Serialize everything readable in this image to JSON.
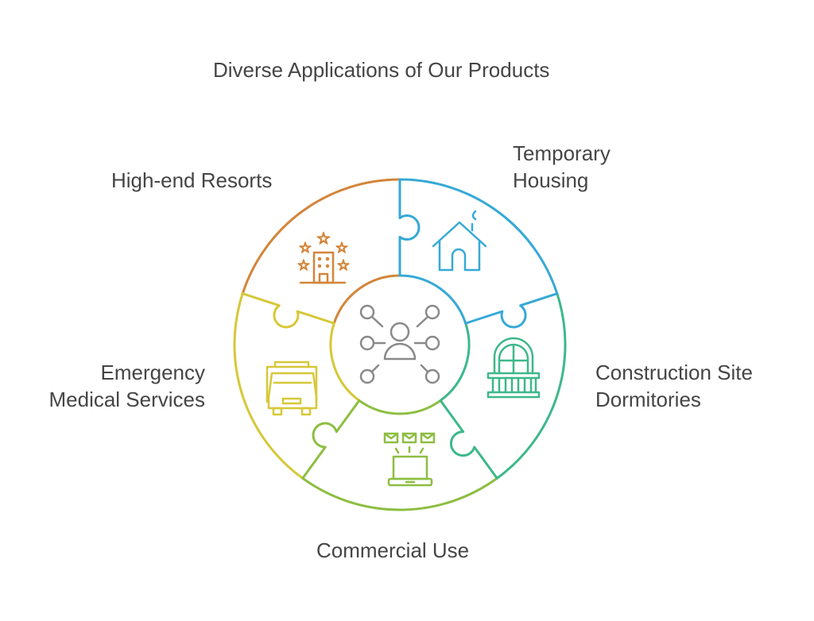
{
  "title": "Diverse Applications of Our Products",
  "segments": [
    {
      "label": "High-end Resorts",
      "icon": "hotel-stars-icon",
      "color": "#D3853A"
    },
    {
      "label_lines": [
        "Temporary",
        "Housing"
      ],
      "icon": "house-icon",
      "color": "#36A9D6"
    },
    {
      "label_lines": [
        "Construction Site",
        "Dormitories"
      ],
      "icon": "balcony-window-icon",
      "color": "#3DB88A"
    },
    {
      "label": "Commercial Use",
      "icon": "laptop-mail-icon",
      "color": "#8DBE42"
    },
    {
      "label_lines": [
        "Emergency",
        "Medical Services"
      ],
      "icon": "ambulance-icon",
      "color": "#D6C838"
    }
  ],
  "center": {
    "icon": "user-network-icon",
    "color": "#8A8A8A"
  }
}
